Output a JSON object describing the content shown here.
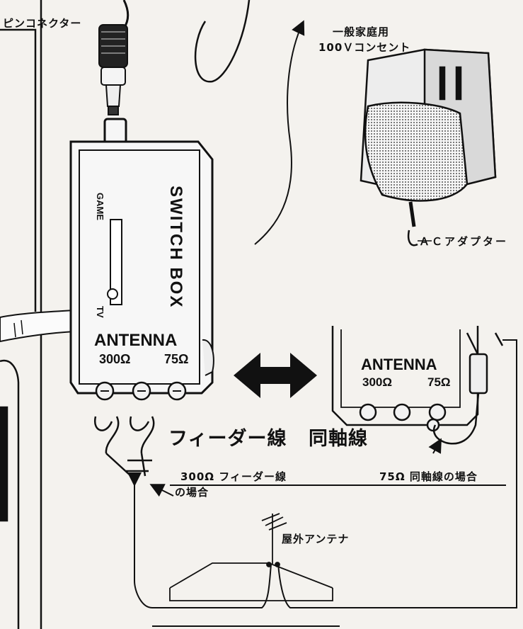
{
  "labels": {
    "pin_connector": "ピンコネクター",
    "outlet_line1": "一般家庭用",
    "outlet_line2": "100Ｖコンセント",
    "ac_adapter": "ＡＣアダプター",
    "feeder_big": "フィーダー線",
    "coax_big": "同軸線",
    "feeder_case_line1": "300Ω フィーダー線",
    "feeder_case_line2": "の場合",
    "coax_case": "75Ω 同軸線の場合",
    "outdoor_antenna": "屋外アンテナ"
  },
  "switch_box": {
    "title": "SWITCH BOX",
    "game": "GAME",
    "tv": "TV",
    "antenna": "ANTENNA",
    "ohm300": "300Ω",
    "ohm75": "75Ω"
  },
  "panel_right": {
    "antenna": "ANTENNA",
    "ohm300": "300Ω",
    "ohm75": "75Ω"
  }
}
